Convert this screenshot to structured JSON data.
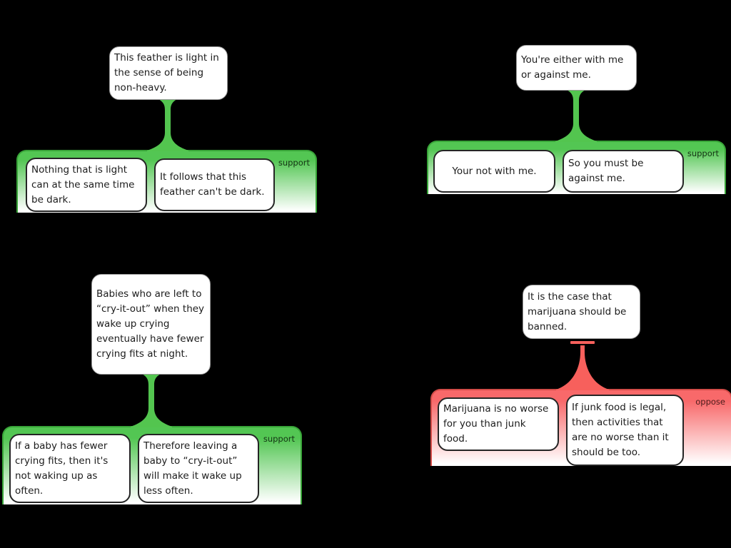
{
  "colors": {
    "background": "#000000",
    "support-fill": "#53c653",
    "support-border": "#38a438",
    "support-stem": "#53c54f",
    "support-label": "#143314",
    "oppose-fill": "#f8696a",
    "oppose-border": "#d24c48",
    "oppose-stem": "#f7605c",
    "oppose-label": "#4a1d1d",
    "box-bg": "#ffffff",
    "box-border": "#252525",
    "text": "#1c1c1c"
  },
  "maps": [
    {
      "name": "light-feather",
      "relation": "support",
      "claim": "This feather is light in the sense of being non-heavy.",
      "premises": [
        "Nothing that is light can at the same time be dark.",
        "It follows that this feather can't be dark."
      ]
    },
    {
      "name": "with-or-against",
      "relation": "support",
      "claim": "You're either with me or against me.",
      "premises": [
        "Your not with me.",
        "So you must be against me."
      ]
    },
    {
      "name": "cry-it-out",
      "relation": "support",
      "claim": "Babies who are left to “cry-it-out” when they wake up crying eventually have fewer crying fits at night.",
      "premises": [
        "If a baby has fewer crying fits, then it's not waking up as often.",
        "Therefore leaving a baby to “cry-it-out” will make it wake up less often."
      ]
    },
    {
      "name": "marijuana-ban",
      "relation": "oppose",
      "claim": "It is the case that marijuana should be banned.",
      "premises": [
        "Marijuana is no worse for you than junk food.",
        "If junk food is legal, then activities that are no worse than it should be too."
      ]
    }
  ]
}
